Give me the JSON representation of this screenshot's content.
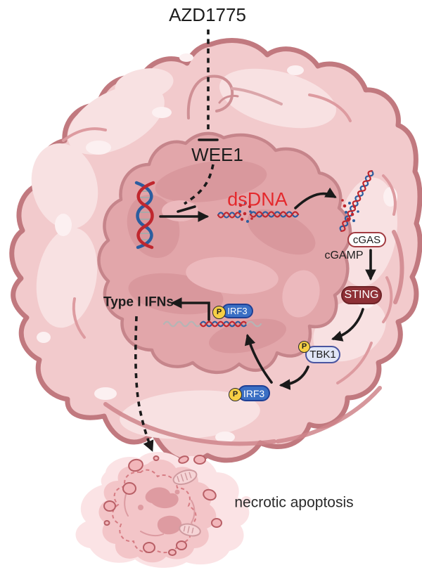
{
  "labels": {
    "drug": "AZD1775",
    "wee1": "WEE1",
    "dsdna": "dsDNA",
    "cgas": "cGAS",
    "cgamp": "cGAMP",
    "sting": "STING",
    "tbk1": "TBK1",
    "irf3_nucleus": "IRF3",
    "irf3_cytoplasm": "IRF3",
    "phospho": "P",
    "type1_ifns": "Type I IFNs",
    "necrotic_apoptosis": "necrotic apoptosis"
  },
  "colors": {
    "text": "#1d1d1d",
    "red_text": "#e4282c",
    "arrow": "#1a1a1a",
    "cell_fill": "#f2cacc",
    "cell_stroke": "#c1797f",
    "cell_light": "#f8e1e2",
    "cell_lighter": "#fcf0f1",
    "cell_shade": "#dd9ba0",
    "cell_fold": "#cf858b",
    "nucleus_fill": "#e2a6aa",
    "nucleus_stroke": "#c6858b",
    "nucleus_shade": "#d7959b",
    "nucleus_light": "#ecb9bd",
    "cgas_border": "#a23b41",
    "sting_fill": "#8e3036",
    "sting_border": "#6e2327",
    "tbk1_fill": "#e0e5f6",
    "tbk1_border": "#4a55a0",
    "irf3_fill": "#3a6fc4",
    "irf3_border": "#1e3f94",
    "phospho_fill": "#f6cf45",
    "dna_red": "#c0272e",
    "dna_blue": "#2b5d9f",
    "dna_gray": "#b5b5b5",
    "necrotic_halo": "#fbe3e5",
    "necrotic_fill": "#f3c5c8",
    "necrotic_dash": "#d67c83",
    "necrotic_inner": "#de9ba1",
    "vesicle_fill": "#f2b6ba",
    "vesicle_stroke": "#b85f66"
  }
}
